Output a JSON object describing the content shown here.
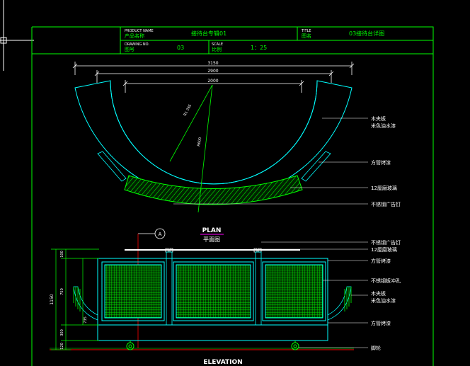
{
  "title_block": {
    "product_name_label_en": "PRODUCT NAME",
    "product_name_label_cn": "产品名称",
    "product_name_value": "接待台专辑01",
    "title_label_en": "TITLE",
    "title_label_cn": "图名",
    "title_value": "03接待台详图",
    "drawing_no_label_en": "DRAWING NO.",
    "drawing_no_label_cn": "图号",
    "drawing_no_value": "03",
    "scale_label_en": "SCALE",
    "scale_label_cn": "比例",
    "scale_value": "1：25"
  },
  "plan": {
    "dim_overall": "3150",
    "dim_mid": "2900",
    "dim_inner": "2000",
    "radius_1": "R1 265",
    "radius_2": "R600",
    "label_en": "PLAN",
    "label_cn": "平面图",
    "callouts": [
      "木夹板",
      "米色油水漆",
      "方管烤漆",
      "12厘磨玻璃",
      "不锈钢广告钉"
    ]
  },
  "elevation": {
    "label_en": "ELEVATION",
    "section_mark": "A",
    "dim_total": "1150",
    "dims_stack": [
      "100",
      "750",
      "300",
      "120"
    ],
    "dim_inner": "735",
    "callouts": [
      "不锈钢广告钉",
      "12厘磨玻璃",
      "方管烤漆",
      "不锈钢板冲孔",
      "木夹板",
      "米色油水漆",
      "方管烤漆",
      "脚轮"
    ]
  },
  "colors": {
    "frame": "#00ff00",
    "outline": "#00ffff",
    "text": "#ffffff",
    "accent": "#ff0000",
    "hatch": "#00ff00"
  }
}
